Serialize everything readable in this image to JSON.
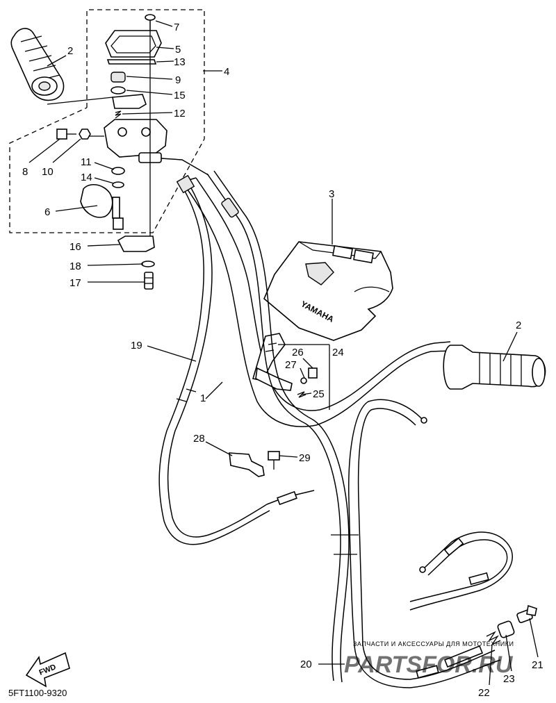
{
  "callouts": [
    "1",
    "2",
    "2",
    "3",
    "4",
    "5",
    "6",
    "7",
    "8",
    "9",
    "10",
    "11",
    "12",
    "13",
    "14",
    "15",
    "16",
    "17",
    "18",
    "19",
    "20",
    "21",
    "22",
    "23",
    "24",
    "25",
    "26",
    "27",
    "28",
    "29"
  ],
  "brand_text": "YAMAHA",
  "fwd_label": "FWD",
  "diagram_code": "5FT1100-9320",
  "watermark": {
    "caption": "ЗАПЧАСТИ И АКСЕССУАРЫ ДЛЯ МОТОТЕХНИКИ",
    "logo": "PARTSFOR.RU"
  },
  "colors": {
    "line": "#000000",
    "background": "#ffffff",
    "watermark": "#ff3b3b"
  }
}
